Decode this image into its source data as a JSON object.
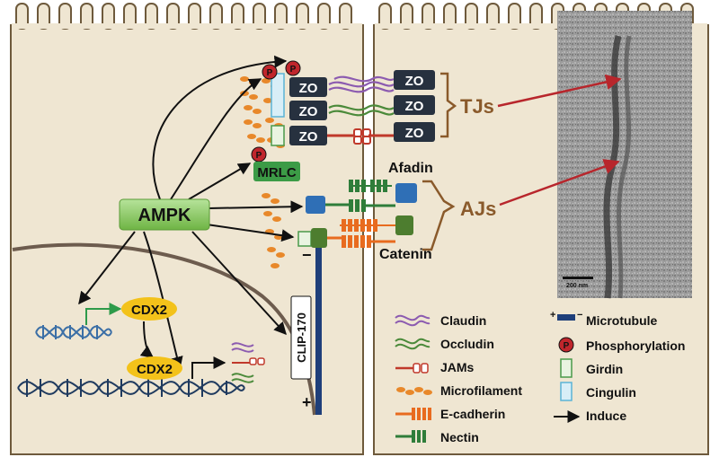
{
  "colors": {
    "cell_fill": "#efe6d2",
    "cell_stroke": "#6e5a3c",
    "zo_box": "#27313f",
    "ampk_green": "#7bc24e",
    "mrlc_green": "#3c9b46",
    "afadin_blue": "#2f6fb6",
    "catenin_green": "#4d7d2f",
    "cdx2_yellow": "#f3c21a",
    "brown_label": "#8a5a2b",
    "red_arrow": "#b8262c",
    "microtubule": "#1f3f7a",
    "claudin": "#8c5bb0",
    "occludin": "#4b8a3a",
    "jam": "#c0392b",
    "ecadherin": "#e86b1f",
    "nectin": "#2f7d3a"
  },
  "diagram": {
    "zo_label": "ZO",
    "tjs_label": "TJs",
    "ajs_label": "AJs",
    "afadin_label": "Afadin",
    "catenin_label": "Catenin",
    "ampk_label": "AMPK",
    "mrlc_label": "MRLC",
    "cdx2_label": "CDX2",
    "clip_label": "CLIP-170",
    "plus_sign": "+",
    "minus_sign": "−",
    "phospho_label": "P",
    "scale_bar_text": "200 nm"
  },
  "legend": {
    "left": [
      {
        "label": "Claudin",
        "icon": "claudin-icon"
      },
      {
        "label": "Occludin",
        "icon": "occludin-icon"
      },
      {
        "label": "JAMs",
        "icon": "jam-icon"
      },
      {
        "label": "Microfilament",
        "icon": "microfilament-icon"
      },
      {
        "label": "E-cadherin",
        "icon": "ecadherin-icon"
      },
      {
        "label": "Nectin",
        "icon": "nectin-icon"
      }
    ],
    "right": [
      {
        "label": "Microtubule",
        "icon": "microtubule-icon"
      },
      {
        "label": "Phosphorylation",
        "icon": "phosphorylation-icon"
      },
      {
        "label": "Girdin",
        "icon": "girdin-icon"
      },
      {
        "label": "Cingulin",
        "icon": "cingulin-icon"
      },
      {
        "label": "Induce",
        "icon": "induce-arrow-icon"
      }
    ]
  }
}
